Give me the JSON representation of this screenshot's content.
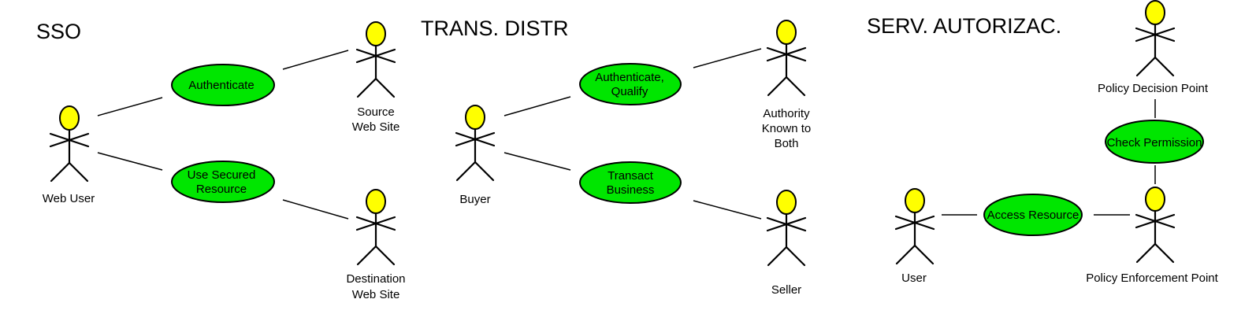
{
  "colors": {
    "actor_head": "#ffff00",
    "use_case_fill": "#00e600",
    "line": "#000000"
  },
  "sections": [
    {
      "title": "SSO"
    },
    {
      "title": "TRANS. DISTR"
    },
    {
      "title": "SERV. AUTORIZAC."
    }
  ],
  "actors": [
    {
      "lines": [
        "Web User"
      ]
    },
    {
      "lines": [
        "Source",
        "Web Site"
      ]
    },
    {
      "lines": [
        "Destination",
        "Web Site"
      ]
    },
    {
      "lines": [
        "Buyer"
      ]
    },
    {
      "lines": [
        "Authority",
        "Known to",
        "Both"
      ]
    },
    {
      "lines": [
        "Seller"
      ]
    },
    {
      "lines": [
        "Policy Decision Point"
      ]
    },
    {
      "lines": [
        "User"
      ]
    },
    {
      "lines": [
        "Policy Enforcement Point"
      ]
    }
  ],
  "use_cases": [
    {
      "lines": [
        "Authenticate"
      ]
    },
    {
      "lines": [
        "Use Secured",
        "Resource"
      ]
    },
    {
      "lines": [
        "Authenticate,",
        "Qualify"
      ]
    },
    {
      "lines": [
        "Transact",
        "Business"
      ]
    },
    {
      "lines": [
        "Check Permission"
      ]
    },
    {
      "lines": [
        "Access Resource"
      ]
    }
  ]
}
